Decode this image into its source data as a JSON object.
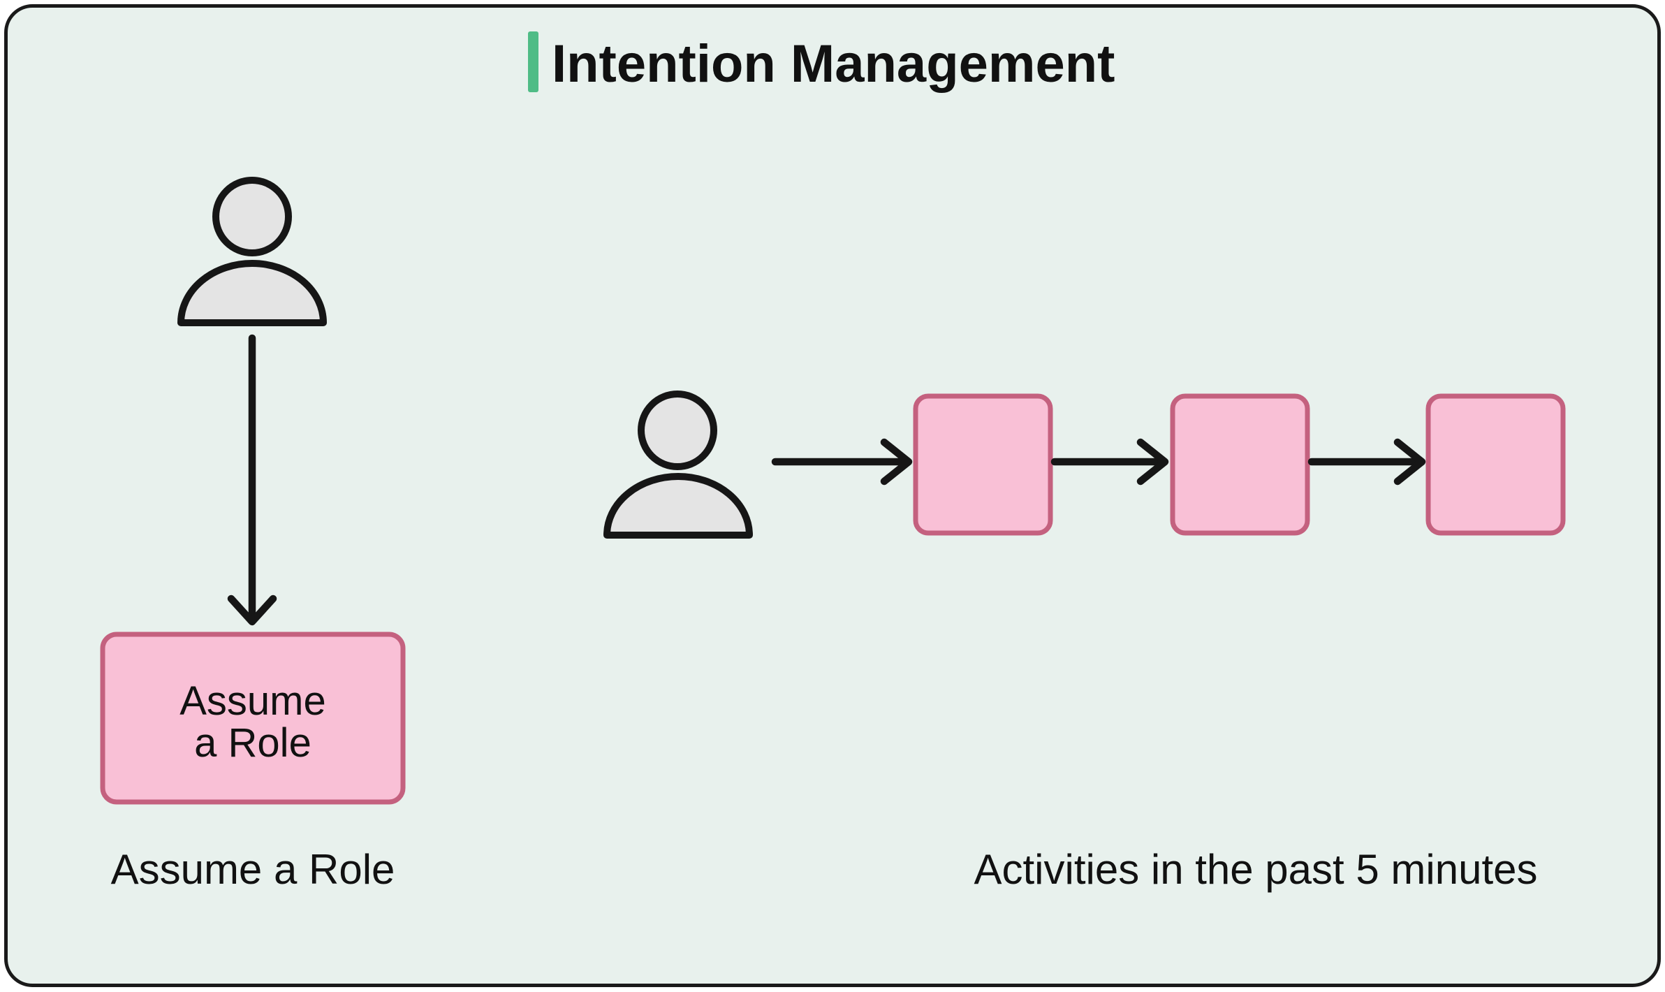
{
  "header": {
    "title": "Intention Management"
  },
  "left_flow": {
    "actor_icon": "person-icon",
    "box_label_line1": "Assume",
    "box_label_line2": "a Role",
    "caption": "Assume a Role"
  },
  "right_flow": {
    "actor_icon": "person-icon",
    "activity_count": 3,
    "caption": "Activities in the past 5 minutes"
  },
  "colors": {
    "page-bg": "#ffffff",
    "panel-fill": "#e8f1ed",
    "panel-border": "#1a1a1a",
    "accent-green": "#4fbc86",
    "box-fill": "#f9c0d6",
    "box-border": "#c4617f",
    "icon-fill": "#e4e4e4",
    "line-color": "#161616",
    "text-color": "#111111"
  }
}
